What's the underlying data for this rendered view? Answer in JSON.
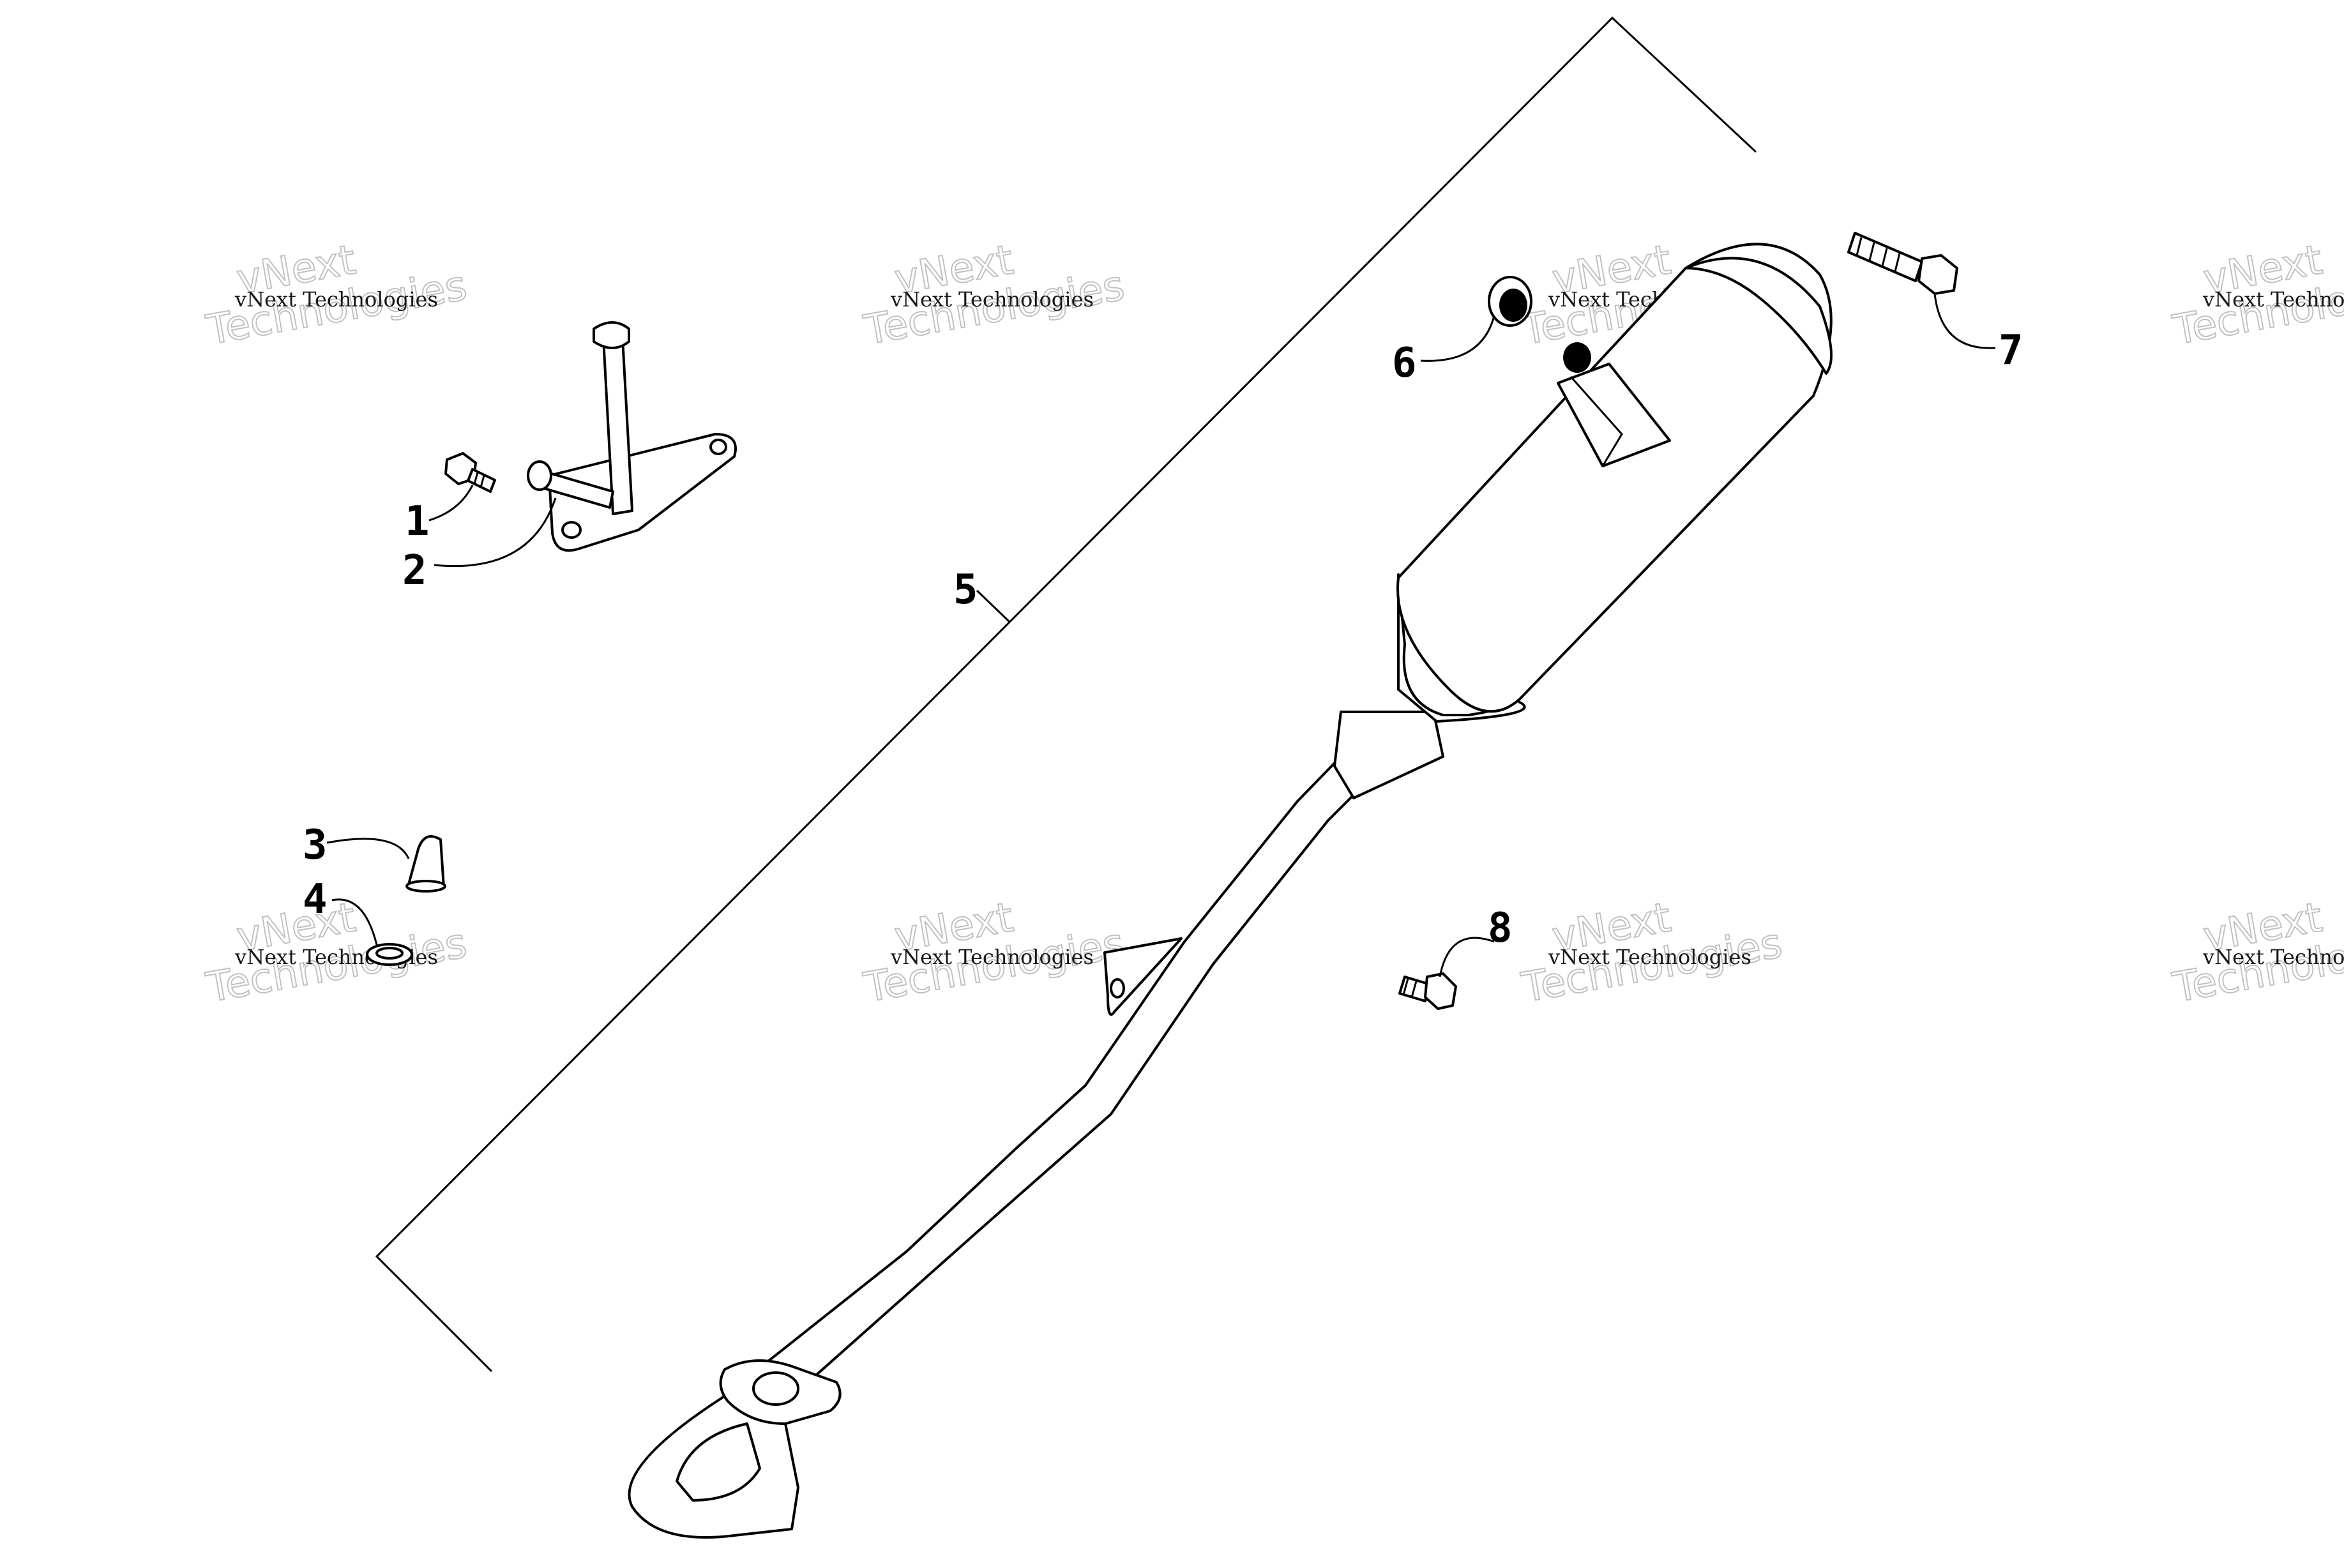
{
  "watermark": {
    "line1": "vNext Technologies",
    "line2a": "vNext",
    "line2b": "Technologies"
  },
  "callouts": [
    {
      "id": "1",
      "label": "1"
    },
    {
      "id": "2",
      "label": "2"
    },
    {
      "id": "3",
      "label": "3"
    },
    {
      "id": "4",
      "label": "4"
    },
    {
      "id": "5",
      "label": "5"
    },
    {
      "id": "6",
      "label": "6"
    },
    {
      "id": "7",
      "label": "7"
    },
    {
      "id": "8",
      "label": "8"
    }
  ]
}
